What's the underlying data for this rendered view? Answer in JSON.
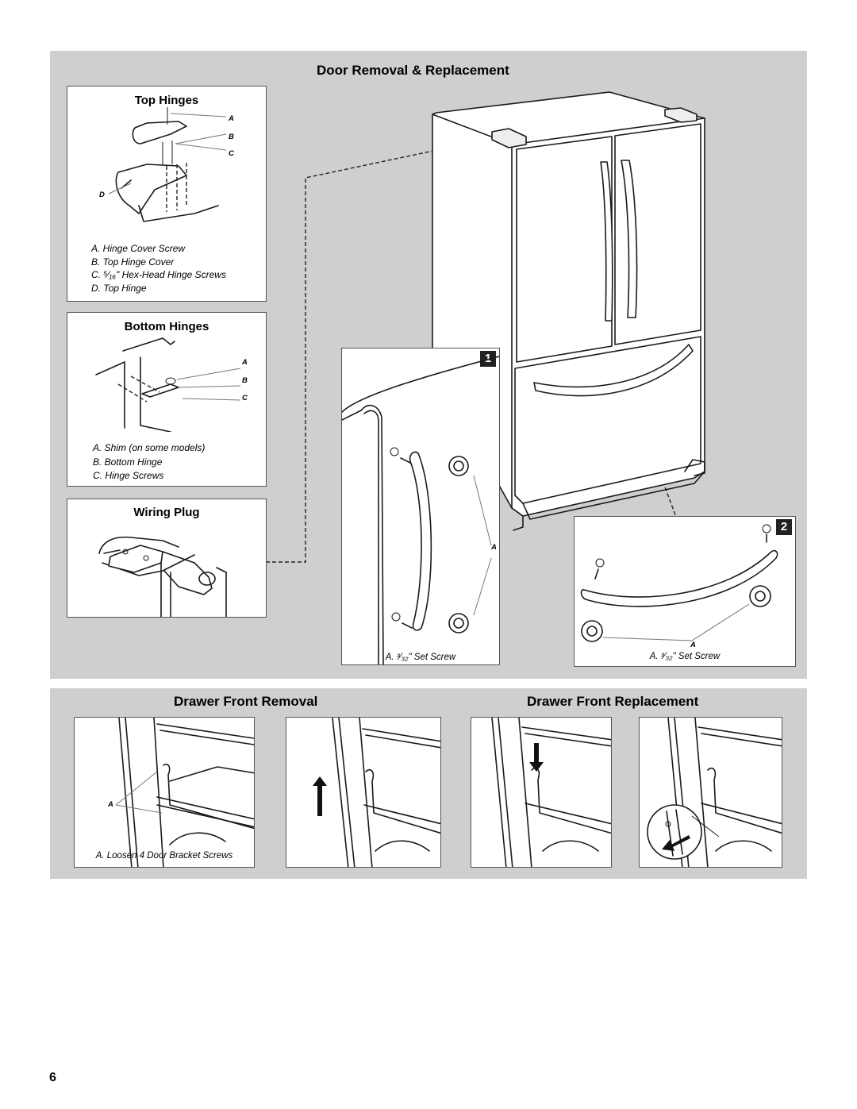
{
  "door_section": {
    "title": "Door Removal & Replacement",
    "top_hinges": {
      "title": "Top Hinges",
      "labels": [
        "A",
        "B",
        "C",
        "D"
      ],
      "legend": [
        "A. Hinge Cover Screw",
        "B. Top Hinge Cover",
        "C. ⁵⁄₁₆\" Hex-Head Hinge Screws",
        "D. Top Hinge"
      ]
    },
    "bottom_hinges": {
      "title": "Bottom Hinges",
      "labels": [
        "A",
        "B",
        "C"
      ],
      "legend": [
        "A. Shim (on some models)",
        "B. Bottom Hinge",
        "C. Hinge Screws"
      ]
    },
    "wiring_plug": {
      "title": "Wiring Plug"
    },
    "detail_1": {
      "number": "1",
      "label": "A",
      "caption": "A. ³⁄₃₂\" Set Screw"
    },
    "detail_2": {
      "number": "2",
      "label": "A",
      "caption": "A. ³⁄₃₂\" Set Screw"
    }
  },
  "drawer_section": {
    "removal_title": "Drawer Front Removal",
    "replacement_title": "Drawer Front Replacement",
    "fig1_label": "A",
    "fig1_caption": "A. Loosen 4 Door Bracket Screws"
  },
  "page_number": "6"
}
